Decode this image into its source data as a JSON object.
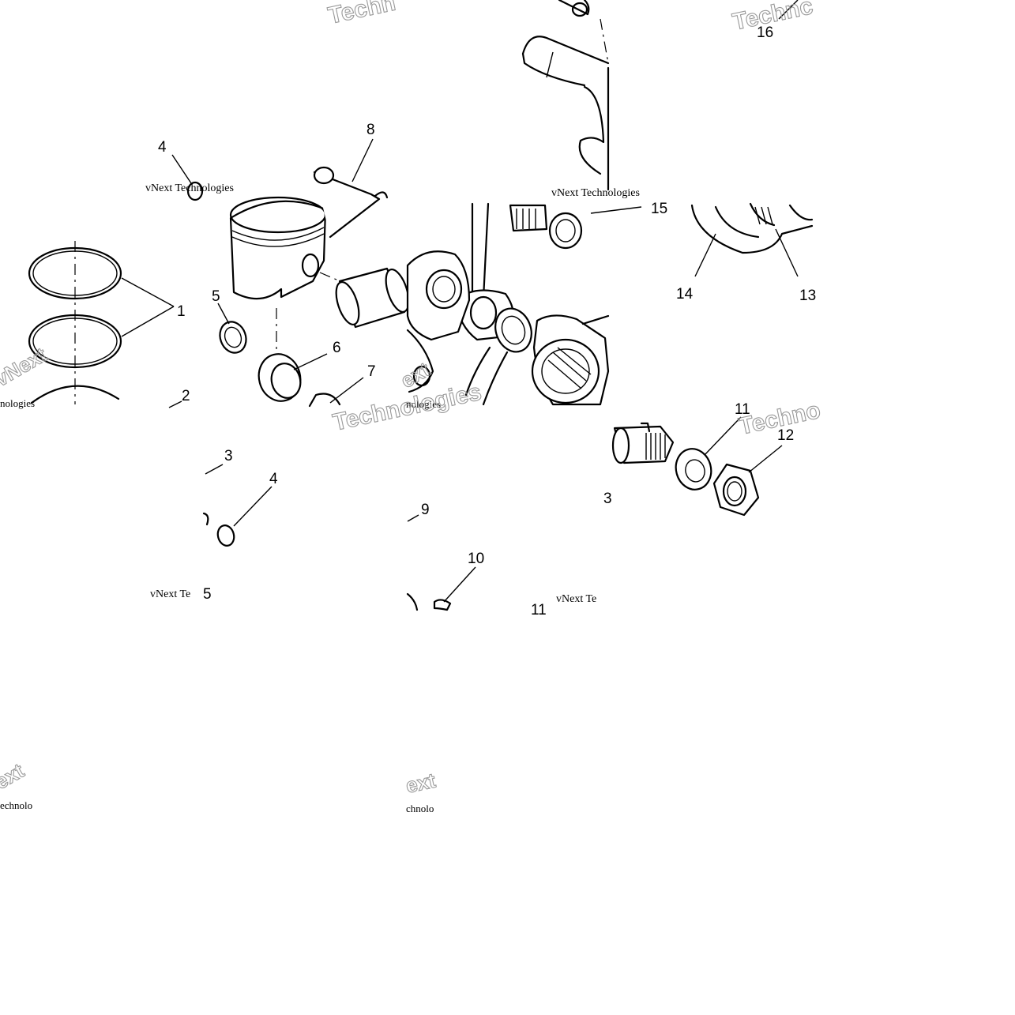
{
  "diagram": {
    "callouts": [
      {
        "id": "c1",
        "label": "1"
      },
      {
        "id": "c2",
        "label": "2"
      },
      {
        "id": "c3",
        "label": "3"
      },
      {
        "id": "c4a",
        "label": "4"
      },
      {
        "id": "c4b",
        "label": "4"
      },
      {
        "id": "c5a",
        "label": "5"
      },
      {
        "id": "c5b",
        "label": "5"
      },
      {
        "id": "c6",
        "label": "6"
      },
      {
        "id": "c7",
        "label": "7"
      },
      {
        "id": "c8",
        "label": "8"
      },
      {
        "id": "c9",
        "label": "9"
      },
      {
        "id": "c10",
        "label": "10"
      },
      {
        "id": "c11a",
        "label": "11"
      },
      {
        "id": "c11b",
        "label": "11"
      },
      {
        "id": "c12",
        "label": "12"
      },
      {
        "id": "c13",
        "label": "13"
      },
      {
        "id": "c14",
        "label": "14"
      },
      {
        "id": "c15",
        "label": "15"
      },
      {
        "id": "c16",
        "label": "16"
      },
      {
        "id": "c3b",
        "label": "3"
      }
    ]
  },
  "watermarks": {
    "small": "vNext Technologies",
    "fragments": [
      "vNext Te",
      "Technologies",
      "Techno",
      "Technc",
      "Techn",
      "vNext",
      "ext",
      "echnolo",
      "chnolo",
      "nologies"
    ]
  }
}
